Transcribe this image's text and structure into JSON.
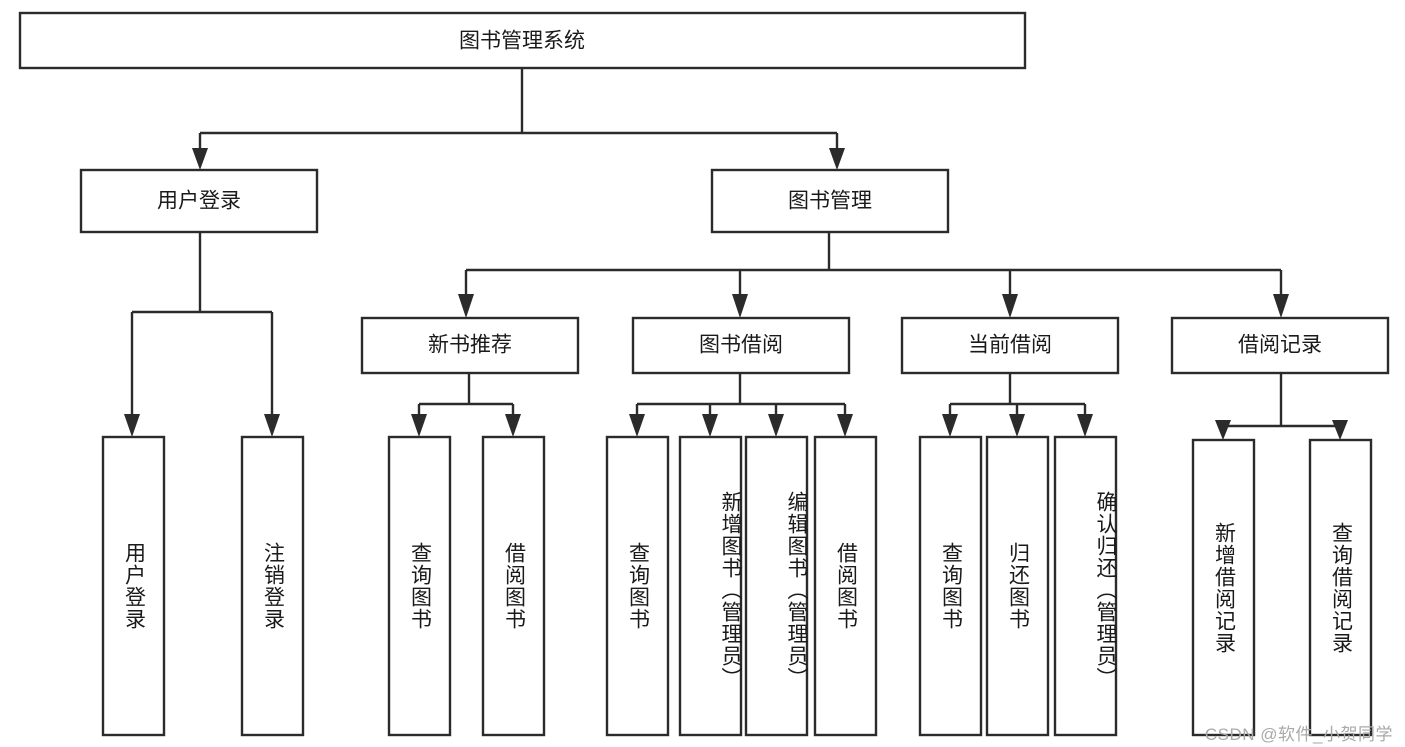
{
  "diagram": {
    "title": "图书管理系统",
    "watermark": "CSDN @软件_小贺同学",
    "type": "tree-hierarchy",
    "orientation": "top-down",
    "box_fill": "#ffffff",
    "box_stroke": "#2b2b2b",
    "text_color": "#1a1a1a",
    "levels": [
      {
        "level": 1,
        "nodes": [
          {
            "id": "root",
            "label": "图书管理系统",
            "orientation": "horizontal"
          }
        ]
      },
      {
        "level": 2,
        "nodes": [
          {
            "id": "user-login",
            "label": "用户登录",
            "orientation": "horizontal",
            "parent": "root"
          },
          {
            "id": "book-manage",
            "label": "图书管理",
            "orientation": "horizontal",
            "parent": "root"
          }
        ]
      },
      {
        "level": 3,
        "nodes": [
          {
            "id": "new-book-rec",
            "label": "新书推荐",
            "orientation": "horizontal",
            "parent": "book-manage"
          },
          {
            "id": "book-borrow",
            "label": "图书借阅",
            "orientation": "horizontal",
            "parent": "book-manage"
          },
          {
            "id": "current-borrow",
            "label": "当前借阅",
            "orientation": "horizontal",
            "parent": "book-manage"
          },
          {
            "id": "borrow-record",
            "label": "借阅记录",
            "orientation": "horizontal",
            "parent": "book-manage"
          }
        ]
      },
      {
        "level": 4,
        "nodes": [
          {
            "id": "leaf-user-login",
            "label": "用户登录",
            "orientation": "vertical",
            "parent": "user-login"
          },
          {
            "id": "leaf-logout",
            "label": "注销登录",
            "orientation": "vertical",
            "parent": "user-login"
          },
          {
            "id": "leaf-query-book-1",
            "label": "查询图书",
            "orientation": "vertical",
            "parent": "new-book-rec"
          },
          {
            "id": "leaf-borrow-book-1",
            "label": "借阅图书",
            "orientation": "vertical",
            "parent": "new-book-rec"
          },
          {
            "id": "leaf-query-book-2",
            "label": "查询图书",
            "orientation": "vertical",
            "parent": "book-borrow"
          },
          {
            "id": "leaf-add-book",
            "label": "新增图书（管理员）",
            "orientation": "vertical",
            "parent": "book-borrow"
          },
          {
            "id": "leaf-edit-book",
            "label": "编辑图书（管理员）",
            "orientation": "vertical",
            "parent": "book-borrow"
          },
          {
            "id": "leaf-borrow-book-2",
            "label": "借阅图书",
            "orientation": "vertical",
            "parent": "book-borrow"
          },
          {
            "id": "leaf-query-book-3",
            "label": "查询图书",
            "orientation": "vertical",
            "parent": "current-borrow"
          },
          {
            "id": "leaf-return-book",
            "label": "归还图书",
            "orientation": "vertical",
            "parent": "current-borrow"
          },
          {
            "id": "leaf-confirm-return",
            "label": "确认归还（管理员）",
            "orientation": "vertical",
            "parent": "current-borrow"
          },
          {
            "id": "leaf-add-record",
            "label": "新增借阅记录",
            "orientation": "vertical",
            "parent": "borrow-record"
          },
          {
            "id": "leaf-query-record",
            "label": "查询借阅记录",
            "orientation": "vertical",
            "parent": "borrow-record"
          }
        ]
      }
    ]
  }
}
